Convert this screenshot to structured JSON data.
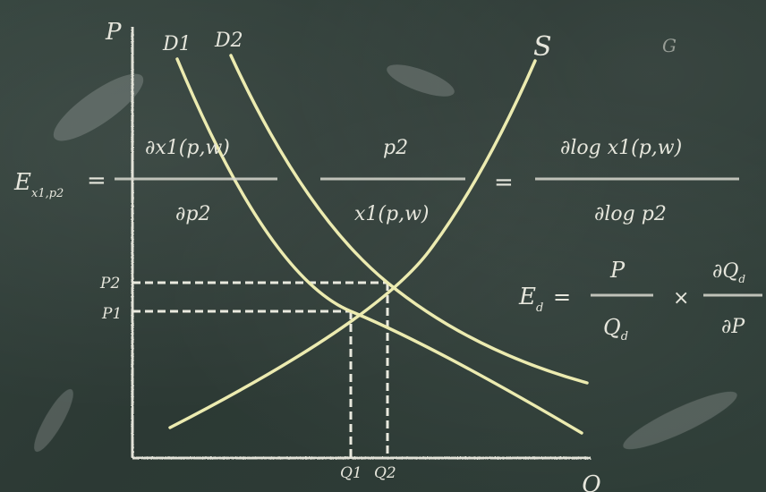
{
  "colors": {
    "board": "#2f3d38",
    "chalk": "#e6e6dc",
    "curve": "#ecebb0"
  },
  "axes": {
    "y_label": "P",
    "x_label": "Q"
  },
  "curves": {
    "demand_1": "D1",
    "demand_2": "D2",
    "supply": "S"
  },
  "ticks": {
    "p2": "P2",
    "p1": "P1",
    "q1": "Q1",
    "q2": "Q2"
  },
  "equation_top": {
    "lhs": "E",
    "lhs_sub": "x1,p2",
    "equals_1": "=",
    "frac1_num": "∂x1(p,w)",
    "frac1_den": "∂p2",
    "frac2_num": "p2",
    "frac2_den": "x1(p,w)",
    "equals_2": "=",
    "frac3_num": "∂log x1(p,w)",
    "frac3_den": "∂log p2"
  },
  "equation_right": {
    "lhs": "E",
    "lhs_sub": "d",
    "equals": "=",
    "frac1_num": "P",
    "frac1_den": "Q",
    "frac1_den_sub": "d",
    "times": "×",
    "frac2_num": "∂Q",
    "frac2_num_sub": "d",
    "frac2_den": "∂P"
  },
  "corner_mark": "G"
}
